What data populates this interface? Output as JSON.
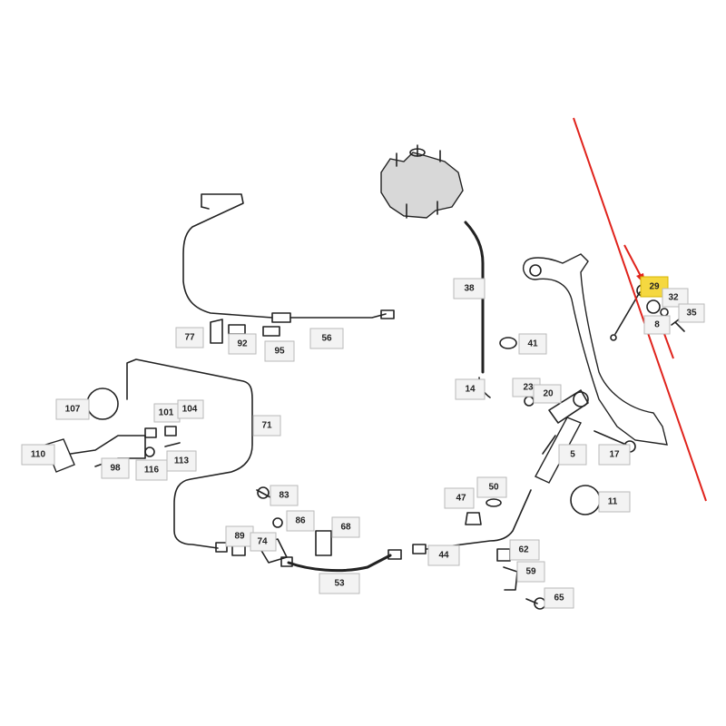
{
  "diagram": {
    "title": "Clutch hydraulic system exploded parts diagram",
    "highlight_color": "#f5d840",
    "arrow_color": "#e0231c",
    "highlighted_part": "29",
    "labels": [
      "29",
      "32",
      "35",
      "8",
      "38",
      "41",
      "14",
      "23",
      "20",
      "5",
      "17",
      "11",
      "56",
      "77",
      "92",
      "95",
      "107",
      "101",
      "104",
      "71",
      "110",
      "98",
      "116",
      "113",
      "83",
      "86",
      "89",
      "74",
      "68",
      "47",
      "50",
      "44",
      "62",
      "59",
      "65",
      "53"
    ]
  }
}
